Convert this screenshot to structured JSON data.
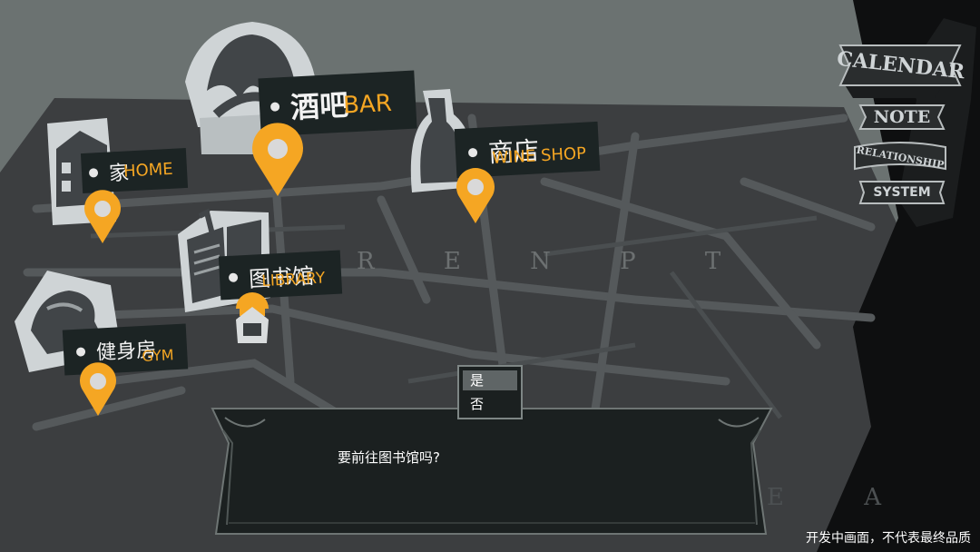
{
  "map": {
    "street_name": "R E N P T",
    "street_name_2": "E A"
  },
  "locations": [
    {
      "name": "家",
      "name_en": "HOME",
      "icon": "house-icon"
    },
    {
      "name": "酒吧",
      "name_en": "BAR",
      "icon": "shell-icon"
    },
    {
      "name": "商店",
      "name_en": "WINE SHOP",
      "icon": "bottle-icon"
    },
    {
      "name": "图书馆",
      "name_en": "LIBRARY",
      "icon": "book-icon"
    },
    {
      "name": "健身房",
      "name_en": "GYM",
      "icon": "arm-icon"
    }
  ],
  "menu": {
    "calendar": "CALENDAR",
    "note": "NOTE",
    "relationship": "RELATIONSHIP",
    "system": "SYSTEM"
  },
  "choices": {
    "yes": "是",
    "no": "否",
    "selected": "yes"
  },
  "dialog": {
    "text": "要前往图书馆吗?"
  },
  "watermark": "开发中画面，不代表最终品质",
  "colors": {
    "pin": "#f5a623",
    "banner": "#1c2424",
    "map_dark": "#3a3c3e",
    "map_road": "#555a5b",
    "sky": "#6b7271"
  }
}
